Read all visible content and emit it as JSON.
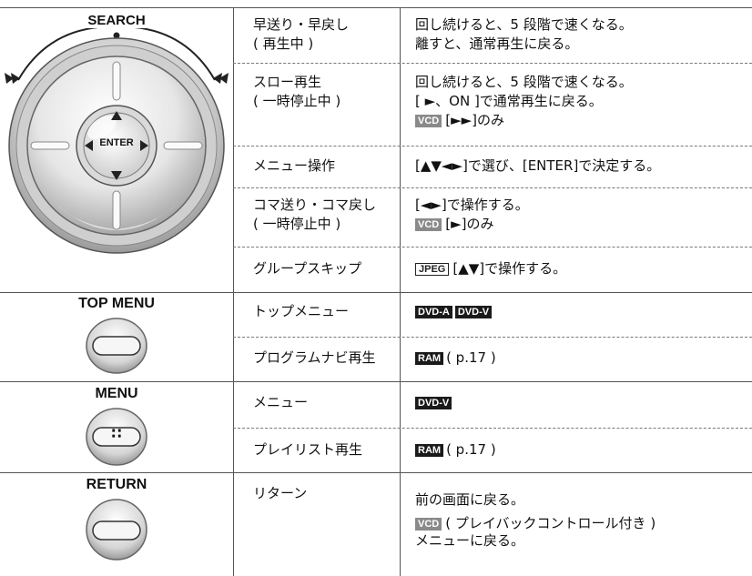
{
  "search_label": "SEARCH",
  "enter_label": "ENTER",
  "rows": [
    {
      "func": [
        "早送り・早戻し",
        "( 再生中 )"
      ],
      "desc": [
        "回し続けると、5 段階で速くなる。",
        "離すと、通常再生に戻る。"
      ]
    },
    {
      "func": [
        "スロー再生",
        "( 一時停止中 )"
      ],
      "desc": [
        "回し続けると、5 段階で速くなる。",
        "[ ►、ON ]で通常再生に戻る。"
      ],
      "note_badge": "VCD",
      "note_text": "[►►]のみ"
    },
    {
      "func": [
        "メニュー操作"
      ],
      "desc": [
        "[▲▼◄►]で選び、[ENTER]で決定する。"
      ]
    },
    {
      "func": [
        "コマ送り・コマ戻し",
        "( 一時停止中 )"
      ],
      "desc": [
        "[◄►]で操作する。"
      ],
      "note_badge": "VCD",
      "note_text": "[►]のみ"
    },
    {
      "func": [
        "グループスキップ"
      ],
      "badge": "JPEG",
      "desc_text": "[▲▼]で操作する。"
    }
  ],
  "top_menu": {
    "label": "TOP MENU",
    "rows": [
      {
        "func": "トップメニュー",
        "badges": [
          "DVD-A",
          "DVD-V"
        ]
      },
      {
        "func": "プログラムナビ再生",
        "badge": "RAM",
        "text": "( p.17 )"
      }
    ]
  },
  "menu": {
    "label": "MENU",
    "button_glyph": "∷",
    "rows": [
      {
        "func": "メニュー",
        "badges": [
          "DVD-V"
        ]
      },
      {
        "func": "プレイリスト再生",
        "badge": "RAM",
        "text": "( p.17 )"
      }
    ]
  },
  "return_btn": {
    "label": "RETURN",
    "func": "リターン",
    "desc1": "前の画面に戻る。",
    "badge": "VCD",
    "desc2": "( プレイバックコントロール付き )",
    "desc3": "メニューに戻る。"
  }
}
